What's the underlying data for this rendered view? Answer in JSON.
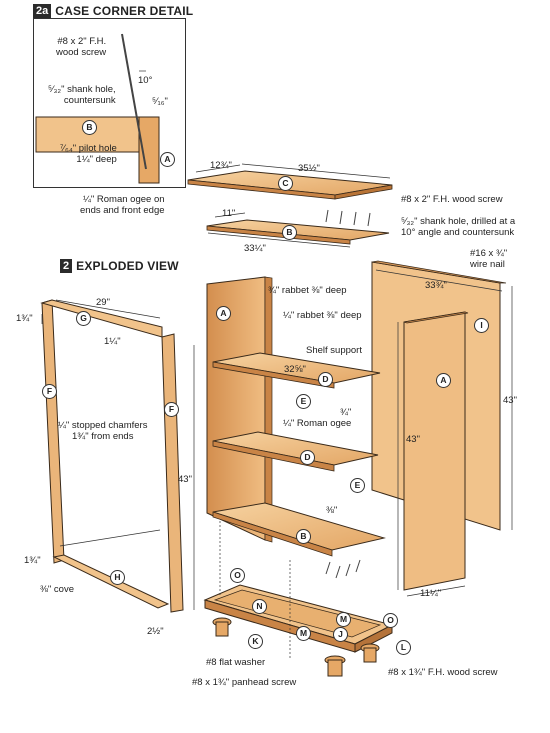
{
  "detail": {
    "badge": "2a",
    "title": "CASE CORNER DETAIL",
    "screw": "#8 x 2\" F.H.\nwood screw",
    "angle": "10°",
    "shank": "⁵⁄₃₂\" shank hole,\ncountersunk",
    "offset": "⁵⁄₁₆\"",
    "pilot": "⁷⁄₆₄\" pilot hole\n1¼\" deep",
    "part_b": "B",
    "part_a": "A"
  },
  "exploded": {
    "badge": "2",
    "title": "EXPLODED VIEW"
  },
  "labels": {
    "top_length": "35½\"",
    "top_depth": "12¾\"",
    "ogee": "¼\" Roman ogee on\nends and front edge",
    "top_screw": "#8 x 2\" F.H. wood screw",
    "shank_angle": "⁵⁄₃₂\" shank hole, drilled at a\n10° angle and countersunk",
    "sub_depth": "11\"",
    "sub_length": "33¼\"",
    "wire_nail": "#16 x ¾\"\nwire nail",
    "back_width": "33¾\"",
    "back_height": "43\"",
    "side_height": "43\"",
    "side_depth": "11¼\"",
    "rabbet1": "¾\" rabbet ⅜\" deep",
    "rabbet2": "¼\" rabbet ⅜\" deep",
    "shelf_support": "Shelf support",
    "shelf_len": "32⅝\"",
    "edge1": "¾\"",
    "roman_ogee": "¼\" Roman ogee",
    "edge2": "⅜\"",
    "frame_width": "29\"",
    "frame_top_h": "1¾\"",
    "frame_g": "1¼\"",
    "chamfer": "¼\" stopped chamfers\n1¾\" from ends",
    "frame_height": "43\"",
    "frame_bottom_h": "1¾\"",
    "cove": "⅜\" cove",
    "stile_w": "2½\"",
    "washer": "#8 flat washer",
    "panhead": "#8 x 1¾\" panhead screw",
    "fh_screw": "#8 x 1¾\" F.H. wood screw"
  },
  "parts": {
    "C": "C",
    "B": "B",
    "A": "A",
    "I": "I",
    "D": "D",
    "E": "E",
    "F": "F",
    "G": "G",
    "H": "H",
    "J": "J",
    "K": "K",
    "L": "L",
    "M": "M",
    "N": "N",
    "O": "O"
  },
  "colors": {
    "wood_light": "#f3c690",
    "wood_mid": "#e6a866",
    "wood_dark": "#c98446",
    "line": "#3a2a1a"
  }
}
